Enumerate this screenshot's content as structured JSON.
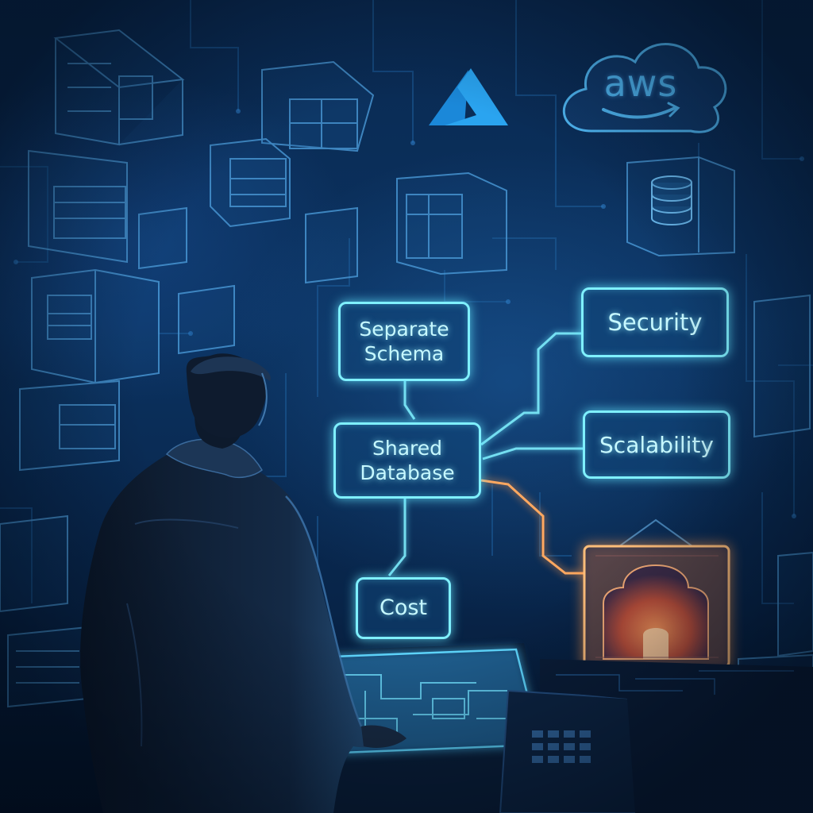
{
  "logos": {
    "aws": {
      "text": "aws"
    },
    "azure": {
      "icon": "azure-logo-icon"
    }
  },
  "diagram": {
    "center": {
      "lines": [
        "Shared",
        "Database"
      ]
    },
    "top": {
      "lines": [
        "Separate",
        "Schema"
      ]
    },
    "branches": [
      {
        "id": "security",
        "label": "Security"
      },
      {
        "id": "scalability",
        "label": "Scalability"
      },
      {
        "id": "cost",
        "label": "Cost"
      }
    ]
  },
  "colors": {
    "node_glow": "#7ff0ff",
    "gate_glow": "#ffb070",
    "aws_blue": "#4fb6f2",
    "azure_blue": "#1c8de0"
  }
}
